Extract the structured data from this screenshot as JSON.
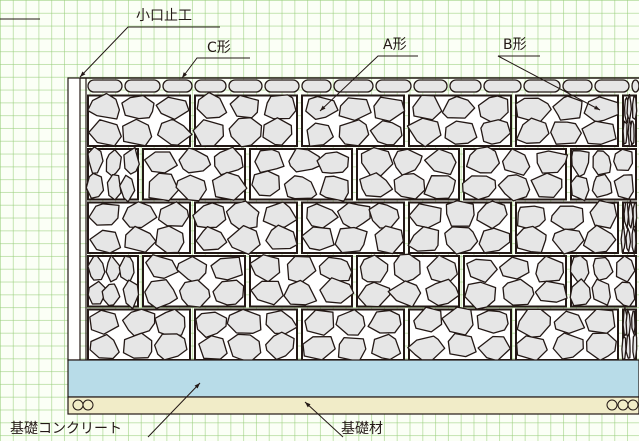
{
  "labels": {
    "koguchi": "小口止工",
    "c_type": "C形",
    "a_type": "A形",
    "b_type": "B形",
    "kiso_concrete": "基礎コンクリート",
    "kiso_material": "基礎材"
  },
  "colors": {
    "grid": "#9bd07c",
    "stone_fill": "#e6e6e6",
    "outline": "#231815",
    "concrete": "#b8dce8",
    "base_material": "#f1ecc8"
  }
}
